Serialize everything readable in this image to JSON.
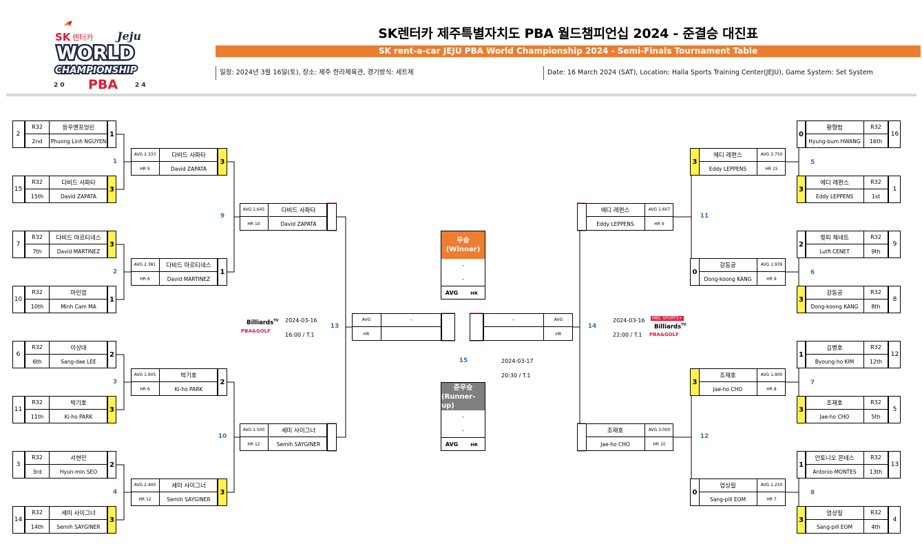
{
  "header": {
    "title_ko": "SK렌터카 제주특별자치도 PBA 월드챔피언십 2024 - 준결승 대진표",
    "title_en": "SK rent-a-car JEJU PBA World Championship 2024 - Semi-Finals Tournament Table",
    "info_ko": "일정: 2024년 3월 16일(토), 장소: 제주 한라체육관, 경기방식: 세트제",
    "info_en": "Date: 16 March 2024 (SAT), Location: Halla Sports Training Center(JEJU), Game System: Set System"
  },
  "logo": {
    "sk": "SK",
    "rentacar": "렌터카",
    "jeju": "Jeju",
    "world": "WORLD",
    "championship": "CHAMPIONSHIP",
    "year_left": "2 0",
    "year_right": "2 4",
    "pba": "PBA"
  },
  "r32": [
    {
      "seed": "2",
      "round": "R32",
      "name_ko": "응우옌프엉린",
      "name_en": "Phuong Linh NGUYEN",
      "rank": "2nd",
      "score": "1",
      "win": false
    },
    {
      "seed": "15",
      "round": "R32",
      "name_ko": "다비드 사파타",
      "name_en": "David ZAPATA",
      "rank": "15th",
      "score": "3",
      "win": true
    },
    {
      "seed": "7",
      "round": "R32",
      "name_ko": "다비드 마르티네스",
      "name_en": "David MARTINEZ",
      "rank": "7th",
      "score": "3",
      "win": true
    },
    {
      "seed": "10",
      "round": "R32",
      "name_ko": "마민껌",
      "name_en": "Minh Cam MA",
      "rank": "10th",
      "score": "1",
      "win": false
    },
    {
      "seed": "6",
      "round": "R32",
      "name_ko": "이상대",
      "name_en": "Sang-dae LEE",
      "rank": "6th",
      "score": "2",
      "win": false
    },
    {
      "seed": "11",
      "round": "R32",
      "name_ko": "박기호",
      "name_en": "Ki-ho PARK",
      "rank": "11th",
      "score": "3",
      "win": true
    },
    {
      "seed": "3",
      "round": "R32",
      "name_ko": "서현민",
      "name_en": "Hyun-min SEO",
      "rank": "3rd",
      "score": "2",
      "win": false
    },
    {
      "seed": "14",
      "round": "R32",
      "name_ko": "세미 사이그너",
      "name_en": "Semih SAYGINER",
      "rank": "14th",
      "score": "3",
      "win": true
    },
    {
      "seed": "16",
      "round": "R32",
      "name_ko": "황형범",
      "name_en": "Hyung-bum HWANG",
      "rank": "16th",
      "score": "0",
      "win": false
    },
    {
      "seed": "1",
      "round": "R32",
      "name_ko": "에디 레펀스",
      "name_en": "Eddy LEPPENS",
      "rank": "1st",
      "score": "3",
      "win": true
    },
    {
      "seed": "9",
      "round": "R32",
      "name_ko": "륏피 체네트",
      "name_en": "Lutfi CENET",
      "rank": "9th",
      "score": "2",
      "win": false
    },
    {
      "seed": "8",
      "round": "R32",
      "name_ko": "강동궁",
      "name_en": "Dong-koong KANG",
      "rank": "8th",
      "score": "3",
      "win": true
    },
    {
      "seed": "12",
      "round": "R32",
      "name_ko": "김병호",
      "name_en": "Byoung-ho KIM",
      "rank": "12th",
      "score": "1",
      "win": false
    },
    {
      "seed": "5",
      "round": "R32",
      "name_ko": "조재호",
      "name_en": "Jae-ho CHO",
      "rank": "5th",
      "score": "3",
      "win": true
    },
    {
      "seed": "13",
      "round": "R32",
      "name_ko": "안토니오 몬테스",
      "name_en": "Antonio MONTES",
      "rank": "13th",
      "score": "1",
      "win": false
    },
    {
      "seed": "4",
      "round": "R32",
      "name_ko": "엄상필",
      "name_en": "Sang-pill EOM",
      "rank": "4th",
      "score": "3",
      "win": true
    }
  ],
  "r16": [
    {
      "match": "1",
      "avg": "AVG 2.333",
      "hr": "HR 9",
      "name_ko": "다비드 사파타",
      "name_en": "David ZAPATA",
      "score": "3",
      "win": true
    },
    {
      "match": "2",
      "avg": "AVG 2.381",
      "hr": "HR 6",
      "name_ko": "다비드 마르티네스",
      "name_en": "David MARTINEZ",
      "score": "1",
      "win": false
    },
    {
      "match": "3",
      "avg": "AVG 1.605",
      "hr": "HR 6",
      "name_ko": "박기호",
      "name_en": "Ki-ho PARK",
      "score": "2",
      "win": false
    },
    {
      "match": "4",
      "avg": "AVG 2.400",
      "hr": "HR 12",
      "name_ko": "세미 사이그너",
      "name_en": "Semih SAYGINER",
      "score": "3",
      "win": true
    },
    {
      "match": "5",
      "avg": "AVG 3.750",
      "hr": "HR 15",
      "name_ko": "에디 레펀스",
      "name_en": "Eddy LEPPENS",
      "score": "3",
      "win": true
    },
    {
      "match": "6",
      "avg": "AVG 1.939",
      "hr": "HR 9",
      "name_ko": "강동궁",
      "name_en": "Dong-koong KANG",
      "score": "0",
      "win": false
    },
    {
      "match": "7",
      "avg": "AVG 1.900",
      "hr": "HR 8",
      "name_ko": "조재호",
      "name_en": "Jae-ho CHO",
      "score": "3",
      "win": true
    },
    {
      "match": "8",
      "avg": "AVG 2.250",
      "hr": "HR 7",
      "name_ko": "엄상필",
      "name_en": "Sang-pill EOM",
      "score": "0",
      "win": false
    }
  ],
  "qf": [
    {
      "match": "9",
      "avg": "AVG 1.645",
      "hr": "HR 10",
      "name_ko": "다비드 사파타",
      "name_en": "David ZAPATA"
    },
    {
      "match": "10",
      "avg": "AVG 1.500",
      "hr": "HR 12",
      "name_ko": "세미 사이그너",
      "name_en": "Semih SAYGINER"
    },
    {
      "match": "11",
      "avg": "AVG 1.607",
      "hr": "HR 9",
      "name_ko": "에디 레펀스",
      "name_en": "Eddy LEPPENS"
    },
    {
      "match": "12",
      "avg": "AVG 3.000",
      "hr": "HR 10",
      "name_ko": "조재호",
      "name_en": "Jae-ho CHO"
    }
  ],
  "sf": [
    {
      "match": "13",
      "date": "2024-03-16",
      "time": "16:00 / T.1"
    },
    {
      "match": "14",
      "date": "2024-03-16",
      "time": "22:00 /  T.1"
    }
  ],
  "final": {
    "match": "15",
    "date": "2024-03-17",
    "time": "20:30 /  T.1",
    "avg_label": "AVG",
    "hr_label": "HR",
    "name": "-"
  },
  "winner": {
    "label": "우승",
    "label_en": "(Winner)",
    "line1": "-",
    "line2": "-",
    "avg": "AVG",
    "hr": "HR",
    "color": "#ed7d31"
  },
  "runner": {
    "label": "준우승",
    "label_en": "(Runner-up)",
    "line1": "-",
    "line2": "-",
    "avg": "AVG",
    "hr": "HR",
    "color": "#7f7f7f"
  },
  "broadcast": {
    "left_top": "Billiards",
    "left_tv": "TV",
    "left_bottom": "PBA&GOLF",
    "right_mbc": "MBC SPORTS+",
    "right_top": "Billiards",
    "right_tv": "TV",
    "right_bottom": "PBA&GOLF"
  },
  "colors": {
    "win": "#fff24f",
    "match_no": "#2e74b5",
    "bracket_line": "#c00000",
    "band": "#ed7d31"
  }
}
